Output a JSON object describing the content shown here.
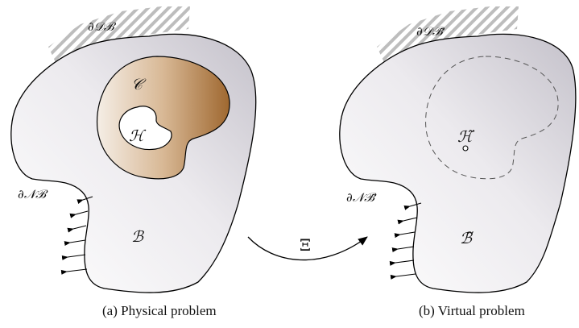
{
  "physical": {
    "label_dirichlet": "∂𝒟ℬ",
    "label_neumann": "∂𝒩ℬ",
    "label_body": "ℬ",
    "label_inclusion": "𝒞",
    "label_hole": "ℋ",
    "caption": "(a) Physical problem"
  },
  "virtual": {
    "label_dirichlet": "∂𝒟ℬ̃",
    "label_neumann": "∂𝒩ℬ̃",
    "label_body": "ℬ̃",
    "label_hole": "ℋ̃",
    "caption": "(b) Virtual problem"
  },
  "mapping": {
    "label": "Ξ"
  },
  "colors": {
    "inclusion_light": "#f3ebe2",
    "inclusion_dark": "#a46e37",
    "body_light": "#ffffff",
    "body_dark": "#c9c6cf",
    "hatch": "#bdbdbd"
  }
}
